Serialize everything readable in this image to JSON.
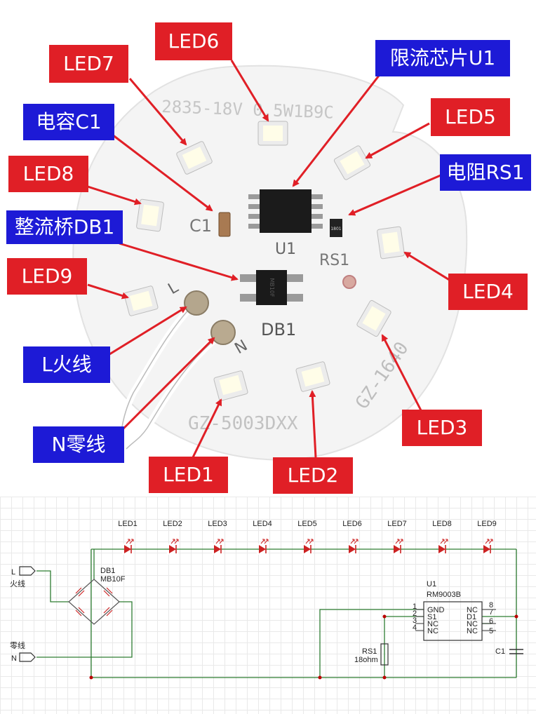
{
  "board_text": {
    "top": "2835-18V 0.5W1B9C",
    "bottom": "GZ-5003DXX",
    "right": "GZ-1640",
    "c1": "C1",
    "u1": "U1",
    "rs1": "RS1",
    "db1": "DB1",
    "l": "L",
    "n": "N",
    "chip_rs": "1801",
    "chip_db": "MB10F"
  },
  "labels": {
    "led1": "LED1",
    "led2": "LED2",
    "led3": "LED3",
    "led4": "LED4",
    "led5": "LED5",
    "led6": "LED6",
    "led7": "LED7",
    "led8": "LED8",
    "led9": "LED9",
    "u1": "限流芯片U1",
    "c1": "电容C1",
    "rs1": "电阻RS1",
    "db1": "整流桥DB1",
    "l": "L火线",
    "n": "N零线"
  },
  "colors": {
    "red_label": "#e01f26",
    "blue_label": "#1d1ad6",
    "arrow": "#e01f26",
    "wire": "#2e7d32",
    "led": "#cc2222"
  },
  "schematic": {
    "leds": [
      "LED1",
      "LED2",
      "LED3",
      "LED4",
      "LED5",
      "LED6",
      "LED7",
      "LED8",
      "LED9"
    ],
    "db1_name": "DB1",
    "db1_part": "MB10F",
    "l_pin": "L",
    "l_label": "火线",
    "n_label": "零线",
    "n_pin": "N",
    "u1_name": "U1",
    "u1_part": "RM9003B",
    "u1_pins": {
      "p1": "1",
      "p2": "2",
      "p3": "3",
      "p4": "4",
      "p5": "5",
      "p6": "6",
      "p7": "7",
      "p8": "8",
      "gnd": "GND",
      "s1": "S1",
      "nc3": "NC",
      "nc4": "NC",
      "nc8": "NC",
      "d1": "D1",
      "nc6": "NC",
      "nc5": "NC"
    },
    "rs1_name": "RS1",
    "rs1_value": "18ohm",
    "c1_name": "C1"
  }
}
